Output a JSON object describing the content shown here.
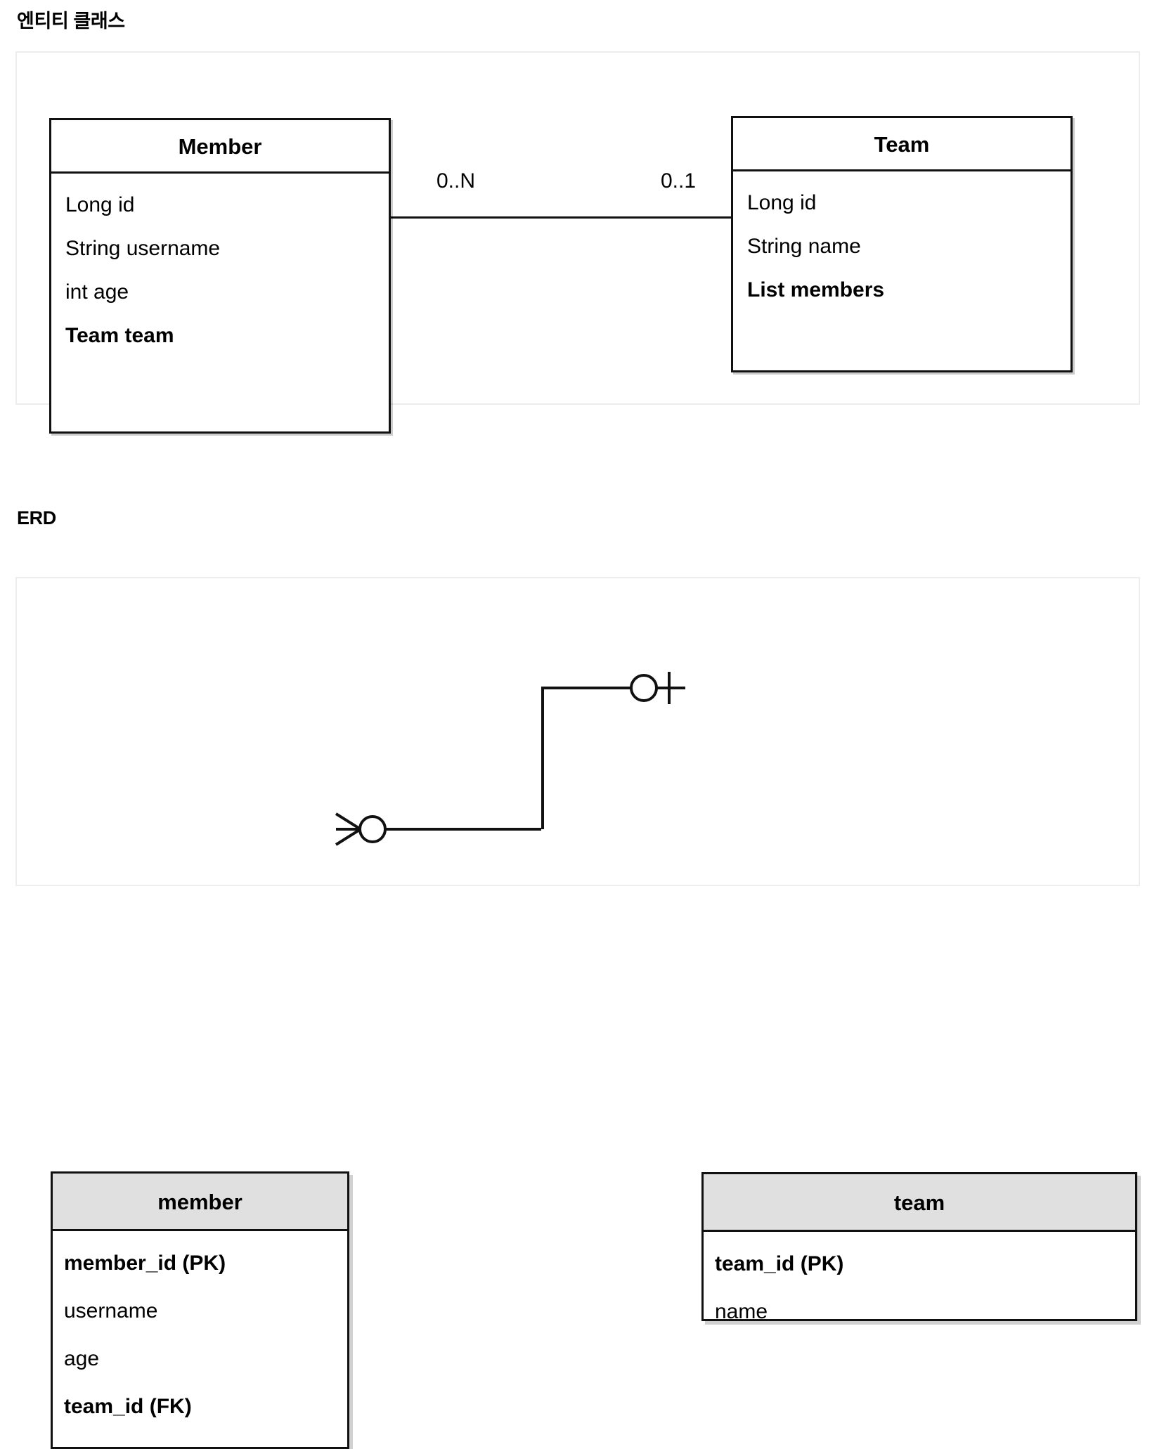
{
  "sections": {
    "entity": {
      "heading": "엔티티 클래스",
      "classes": [
        {
          "name": "Member",
          "attributes": [
            {
              "text": "Long id",
              "bold": false
            },
            {
              "text": "String username",
              "bold": false
            },
            {
              "text": "int age",
              "bold": false
            },
            {
              "text": "Team team",
              "bold": true
            }
          ]
        },
        {
          "name": "Team",
          "attributes": [
            {
              "text": "Long id",
              "bold": false
            },
            {
              "text": "String name",
              "bold": false
            },
            {
              "text": "List members",
              "bold": true
            }
          ]
        }
      ],
      "association": {
        "source_multiplicity": "0..N",
        "target_multiplicity": "0..1"
      }
    },
    "erd": {
      "heading": "ERD",
      "tables": [
        {
          "name": "member",
          "columns": [
            {
              "text": "member_id (PK)",
              "bold": true
            },
            {
              "text": "username",
              "bold": false
            },
            {
              "text": "age",
              "bold": false
            },
            {
              "text": "team_id (FK)",
              "bold": true
            }
          ]
        },
        {
          "name": "team",
          "columns": [
            {
              "text": "team_id (PK)",
              "bold": true
            },
            {
              "text": "name",
              "bold": false
            }
          ]
        }
      ],
      "relationship": {
        "source_cardinality": "zero-or-many",
        "target_cardinality": "zero-or-one"
      }
    }
  },
  "colors": {
    "stroke": "#111111",
    "table_header_fill": "#e0e0e0",
    "panel_border": "#ededed",
    "background": "#ffffff"
  }
}
